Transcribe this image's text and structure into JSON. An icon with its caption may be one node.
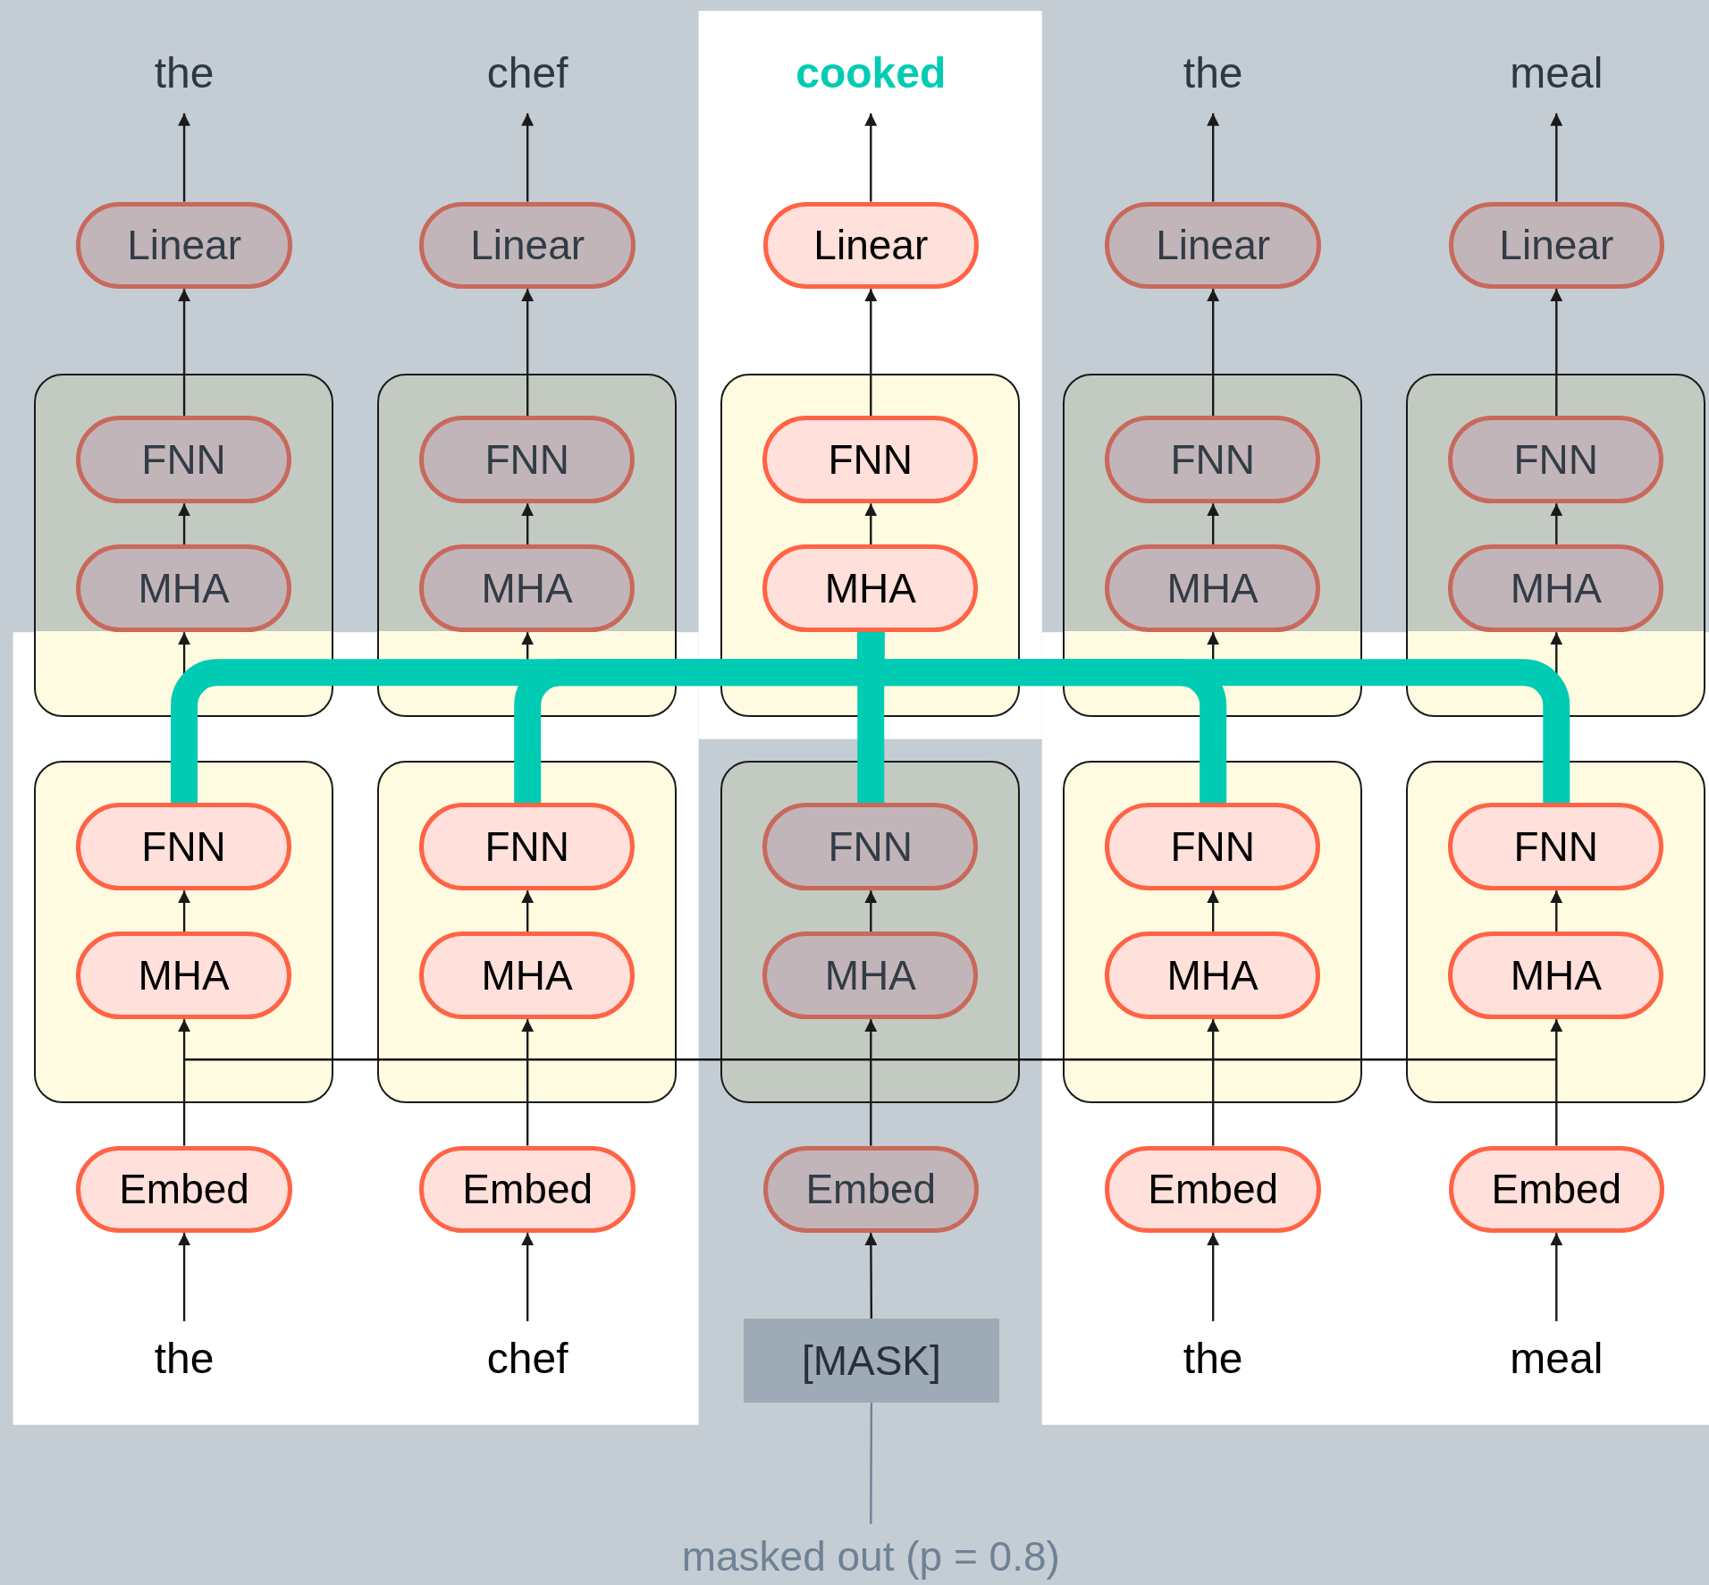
{
  "diagram": {
    "nodes": [
      {
        "text": [
          "the"
        ]
      },
      {
        "text": [
          "chef"
        ]
      },
      {
        "text": [
          "cooked"
        ]
      },
      {
        "text": [
          "the"
        ]
      },
      {
        "text": [
          "meal"
        ]
      },
      {
        "text": [
          "Linear"
        ]
      },
      {
        "text": [
          "Linear"
        ]
      },
      {
        "text": [
          "Linear"
        ]
      },
      {
        "text": [
          "Linear"
        ]
      },
      {
        "text": [
          "Linear"
        ]
      },
      {
        "text": [],
        "shape": "box"
      },
      {
        "text": [
          "FNN"
        ],
        "in": 10
      },
      {
        "text": [
          "MHA"
        ],
        "in": 10
      },
      {
        "text": [],
        "shape": "box"
      },
      {
        "text": [
          "FNN"
        ],
        "in": 13
      },
      {
        "text": [
          "MHA"
        ],
        "in": 13
      },
      {
        "text": [],
        "shape": "box"
      },
      {
        "text": [
          "FNN"
        ],
        "in": 16
      },
      {
        "text": [
          "MHA"
        ],
        "in": 16
      },
      {
        "text": [],
        "shape": "box"
      },
      {
        "text": [
          "FNN"
        ],
        "in": 19
      },
      {
        "text": [
          "MHA"
        ],
        "in": 19
      },
      {
        "text": [],
        "shape": "box"
      },
      {
        "text": [
          "FNN"
        ],
        "in": 22
      },
      {
        "text": [
          "MHA"
        ],
        "in": 22
      },
      {
        "text": [],
        "shape": "box"
      },
      {
        "text": [
          "FNN"
        ],
        "in": 25
      },
      {
        "text": [
          "MHA"
        ],
        "in": 25
      },
      {
        "text": [],
        "shape": "box"
      },
      {
        "text": [
          "FNN"
        ],
        "in": 28
      },
      {
        "text": [
          "MHA"
        ],
        "in": 28
      },
      {
        "text": [],
        "shape": "box"
      },
      {
        "text": [
          "FNN"
        ],
        "in": 31
      },
      {
        "text": [
          "MHA"
        ],
        "in": 31
      },
      {
        "text": [],
        "shape": "box"
      },
      {
        "text": [
          "FNN"
        ],
        "in": 34
      },
      {
        "text": [
          "MHA"
        ],
        "in": 34
      },
      {
        "text": [],
        "shape": "box"
      },
      {
        "text": [
          "FNN"
        ],
        "in": 37
      },
      {
        "text": [
          "MHA"
        ],
        "in": 37
      },
      {
        "text": [
          "Embed"
        ]
      },
      {
        "text": [
          "Embed"
        ]
      },
      {
        "text": [
          "Embed"
        ]
      },
      {
        "text": [
          "Embed"
        ]
      },
      {
        "text": [
          "Embed"
        ]
      },
      {
        "text": [
          "the"
        ]
      },
      {
        "text": [
          "chef"
        ]
      },
      {
        "text": [
          "[MASK]"
        ]
      },
      {
        "text": [
          "the"
        ]
      },
      {
        "text": [
          "meal"
        ]
      },
      {
        "text": [
          "masked out (p = 0.8)"
        ]
      }
    ],
    "edges": [
      {
        "from": 45,
        "to": 40,
        "arrow": "to"
      },
      {
        "from": 46,
        "to": 41,
        "arrow": "to"
      },
      {
        "from": 47,
        "to": 42,
        "arrow": "to"
      },
      {
        "from": 48,
        "to": 43,
        "arrow": "to"
      },
      {
        "from": 49,
        "to": 44,
        "arrow": "to"
      },
      {
        "from": 40,
        "to": 27,
        "arrow": "to"
      },
      {
        "from": 41,
        "to": 30,
        "arrow": "to"
      },
      {
        "from": 42,
        "to": 33,
        "arrow": "to"
      },
      {
        "from": 43,
        "to": 36,
        "arrow": "to"
      },
      {
        "from": 44,
        "to": 39,
        "arrow": "to"
      },
      {
        "from": 27,
        "to": 26,
        "arrow": "to"
      },
      {
        "from": 30,
        "to": 29,
        "arrow": "to"
      },
      {
        "from": 33,
        "to": 32,
        "arrow": "to"
      },
      {
        "from": 36,
        "to": 35,
        "arrow": "to"
      },
      {
        "from": 39,
        "to": 38,
        "arrow": "to"
      },
      {
        "from": 26,
        "to": 12,
        "arrow": "to"
      },
      {
        "from": 29,
        "to": 15,
        "arrow": "to"
      },
      {
        "from": 35,
        "to": 21,
        "arrow": "to"
      },
      {
        "from": 38,
        "to": 24,
        "arrow": "to"
      },
      {
        "from": 26,
        "to": 18,
        "arrow": "none",
        "style": "thick",
        "color": "#00ccb3"
      },
      {
        "from": 29,
        "to": 18,
        "arrow": "none",
        "style": "thick",
        "color": "#00ccb3"
      },
      {
        "from": 32,
        "to": 18,
        "arrow": "none",
        "style": "thick",
        "color": "#00ccb3"
      },
      {
        "from": 35,
        "to": 18,
        "arrow": "none",
        "style": "thick",
        "color": "#00ccb3"
      },
      {
        "from": 38,
        "to": 18,
        "arrow": "none",
        "style": "thick",
        "color": "#00ccb3"
      },
      {
        "from": 12,
        "to": 11,
        "arrow": "to"
      },
      {
        "from": 15,
        "to": 14,
        "arrow": "to"
      },
      {
        "from": 18,
        "to": 17,
        "arrow": "to"
      },
      {
        "from": 21,
        "to": 20,
        "arrow": "to"
      },
      {
        "from": 24,
        "to": 23,
        "arrow": "to"
      },
      {
        "from": 11,
        "to": 5,
        "arrow": "to"
      },
      {
        "from": 14,
        "to": 6,
        "arrow": "to"
      },
      {
        "from": 17,
        "to": 7,
        "arrow": "to"
      },
      {
        "from": 20,
        "to": 8,
        "arrow": "to"
      },
      {
        "from": 23,
        "to": 9,
        "arrow": "to"
      },
      {
        "from": 5,
        "to": 0,
        "arrow": "to"
      },
      {
        "from": 6,
        "to": 1,
        "arrow": "to"
      },
      {
        "from": 7,
        "to": 2,
        "arrow": "to"
      },
      {
        "from": 8,
        "to": 3,
        "arrow": "to"
      },
      {
        "from": 9,
        "to": 4,
        "arrow": "to"
      },
      {
        "from": 50,
        "to": 47,
        "arrow": "none",
        "color": "#6f8295"
      }
    ]
  }
}
